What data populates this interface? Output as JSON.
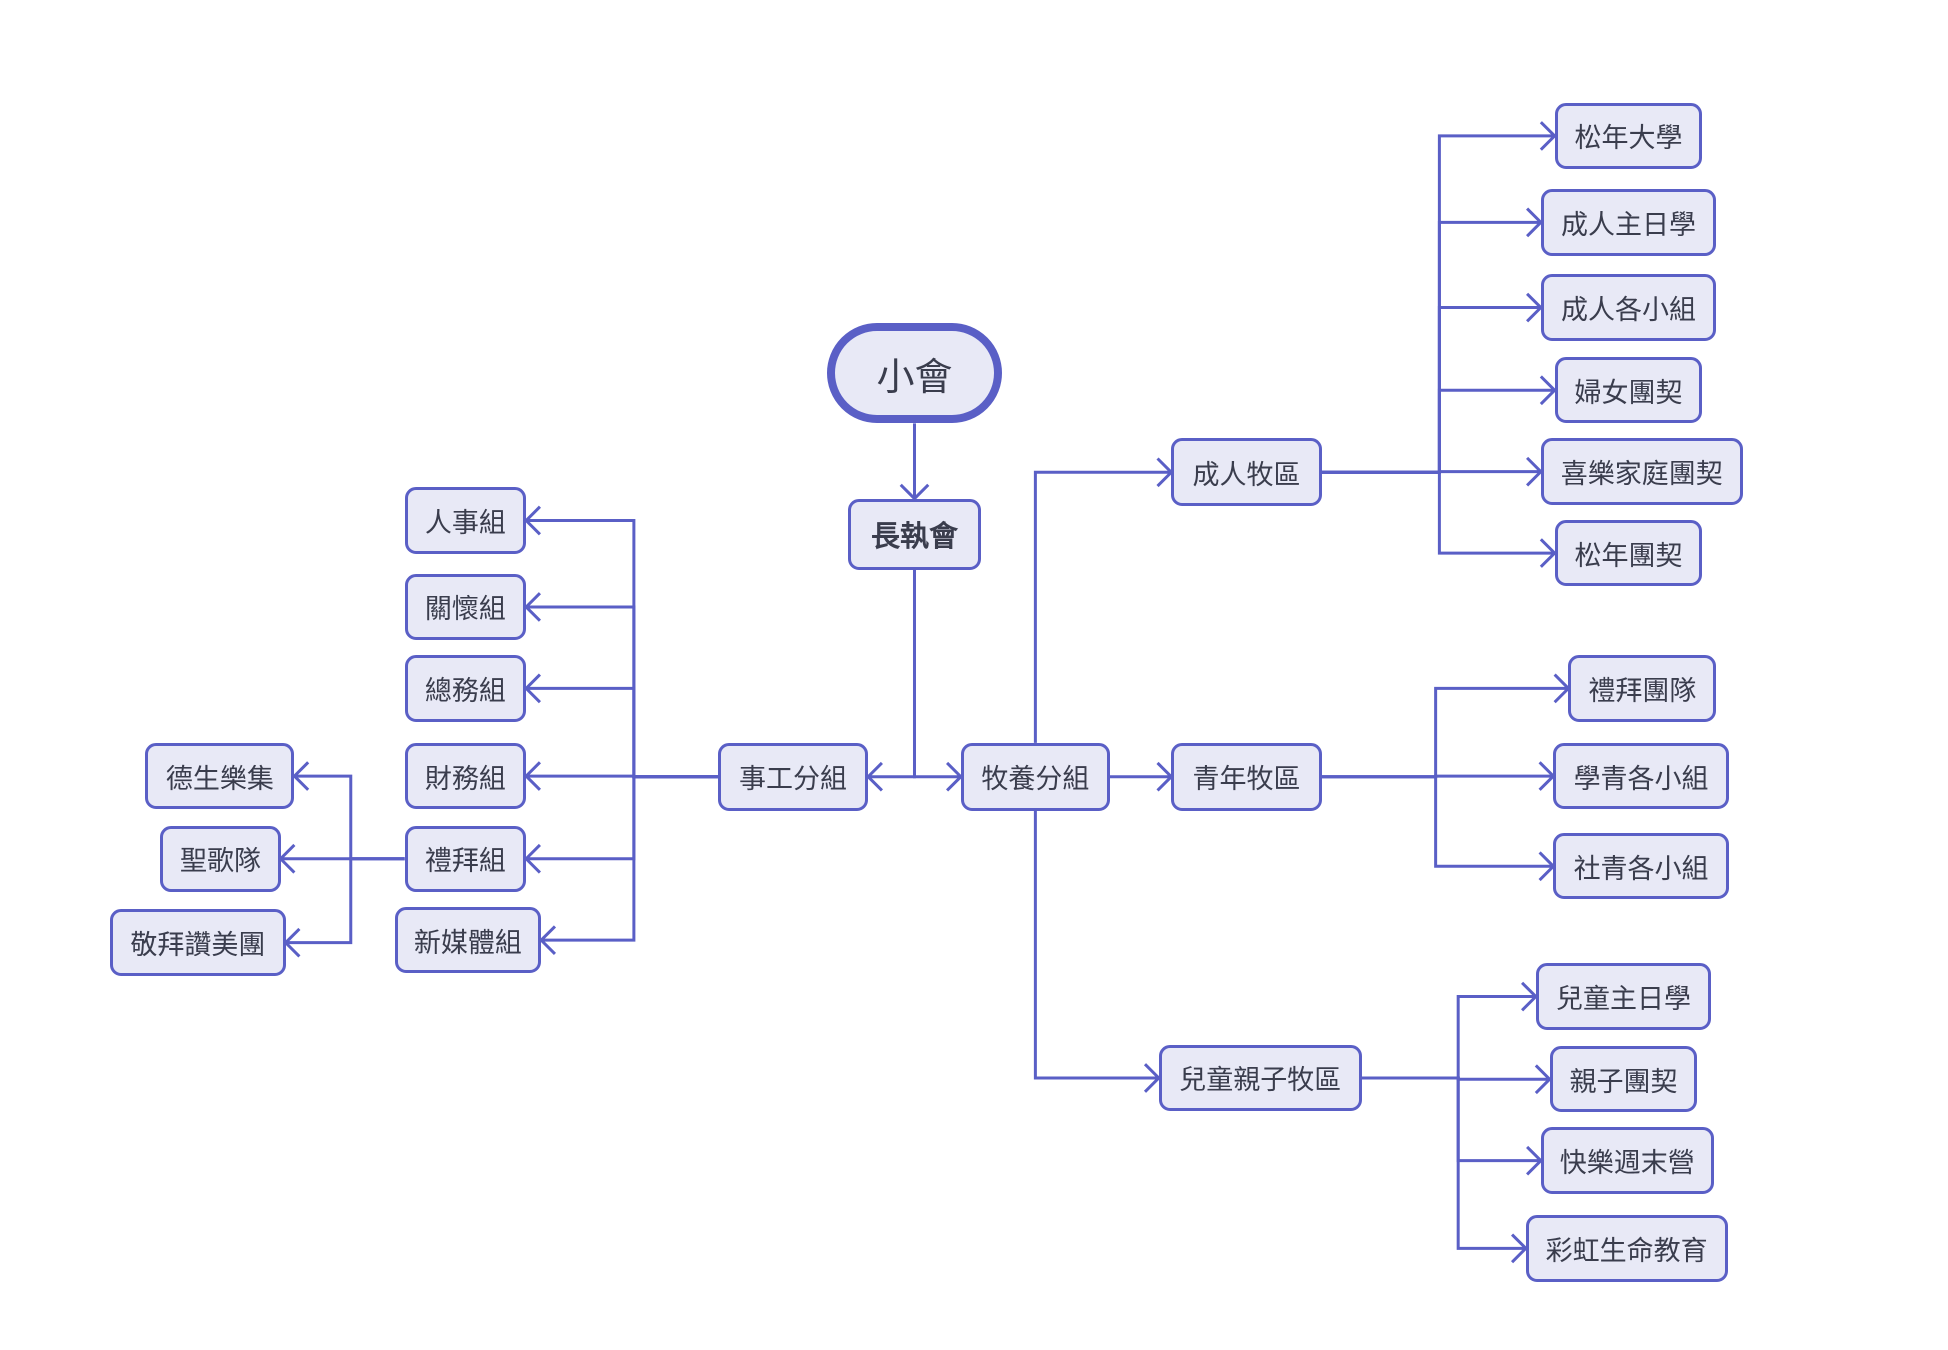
{
  "colors": {
    "stroke": "#5a5fc6",
    "fill": "#e8e9f6",
    "text": "#3a3d4d"
  },
  "nodes": {
    "xiaohui": "小會",
    "zhangzhihui": "長執會",
    "shigong": "事工分組",
    "muyang": "牧養分組",
    "renshi": "人事組",
    "guanhuai": "關懷組",
    "zongwu": "總務組",
    "caiwu": "財務組",
    "libai": "禮拜組",
    "xinmeiti": "新媒體組",
    "desheng": "德生樂集",
    "shenggedui": "聖歌隊",
    "jingbai": "敬拜讚美團",
    "chengren": "成人牧區",
    "qingnian": "青年牧區",
    "ertong": "兒童親子牧區",
    "songnian_daxue": "松年大學",
    "chengren_zhuri": "成人主日學",
    "chengren_xiaozu": "成人各小組",
    "funv": "婦女團契",
    "xile": "喜樂家庭團契",
    "songnian_tuanqi": "松年團契",
    "libai_tuandui": "禮拜團隊",
    "xueqing": "學青各小組",
    "sheqing": "社青各小組",
    "ertong_zhuri": "兒童主日學",
    "qinzi": "親子團契",
    "kuaile": "快樂週末營",
    "caihong": "彩虹生命教育"
  },
  "edges": [
    [
      "xiaohui",
      "zhangzhihui"
    ],
    [
      "zhangzhihui",
      "shigong"
    ],
    [
      "zhangzhihui",
      "muyang"
    ],
    [
      "shigong",
      "renshi"
    ],
    [
      "shigong",
      "guanhuai"
    ],
    [
      "shigong",
      "zongwu"
    ],
    [
      "shigong",
      "caiwu"
    ],
    [
      "shigong",
      "libai"
    ],
    [
      "shigong",
      "xinmeiti"
    ],
    [
      "libai",
      "desheng"
    ],
    [
      "libai",
      "shenggedui"
    ],
    [
      "libai",
      "jingbai"
    ],
    [
      "muyang",
      "chengren"
    ],
    [
      "muyang",
      "qingnian"
    ],
    [
      "muyang",
      "ertong"
    ],
    [
      "chengren",
      "songnian_daxue"
    ],
    [
      "chengren",
      "chengren_zhuri"
    ],
    [
      "chengren",
      "chengren_xiaozu"
    ],
    [
      "chengren",
      "funv"
    ],
    [
      "chengren",
      "xile"
    ],
    [
      "chengren",
      "songnian_tuanqi"
    ],
    [
      "qingnian",
      "libai_tuandui"
    ],
    [
      "qingnian",
      "xueqing"
    ],
    [
      "qingnian",
      "sheqing"
    ],
    [
      "ertong",
      "ertong_zhuri"
    ],
    [
      "ertong",
      "qinzi"
    ],
    [
      "ertong",
      "kuaile"
    ],
    [
      "ertong",
      "caihong"
    ]
  ]
}
